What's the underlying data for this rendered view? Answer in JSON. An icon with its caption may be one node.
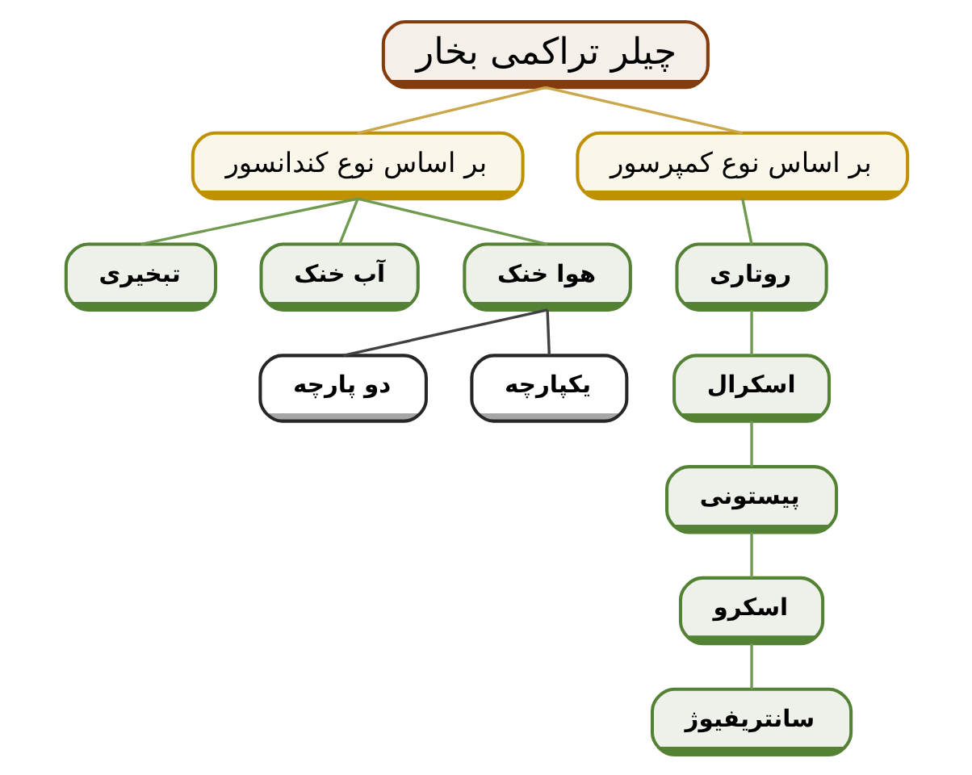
{
  "diagram": {
    "nodes": [
      {
        "text": [
          "چیلر تراکمی بخار"
        ]
      },
      {
        "text": [
          "بر اساس نوع کمپرسور"
        ]
      },
      {
        "text": [
          "بر اساس نوع کندانسور"
        ]
      },
      {
        "text": [
          "روتاری"
        ]
      },
      {
        "text": [
          "اسکرال"
        ]
      },
      {
        "text": [
          "پیستونی"
        ]
      },
      {
        "text": [
          "اسکرو"
        ]
      },
      {
        "text": [
          "سانتریفیوژ"
        ]
      },
      {
        "text": [
          "هوا خنک"
        ]
      },
      {
        "text": [
          "آب خنک"
        ]
      },
      {
        "text": [
          "تبخیری"
        ]
      },
      {
        "text": [
          "یکپارچه"
        ]
      },
      {
        "text": [
          "دو پارچه"
        ]
      }
    ],
    "edges": [
      {
        "from": 0,
        "to": 1,
        "arrow": "none",
        "color": "#c9a74a"
      },
      {
        "from": 0,
        "to": 2,
        "arrow": "none",
        "color": "#c9a74a"
      },
      {
        "from": 1,
        "to": 3,
        "arrow": "none"
      },
      {
        "from": 3,
        "to": 4,
        "arrow": "none"
      },
      {
        "from": 4,
        "to": 5,
        "arrow": "none"
      },
      {
        "from": 5,
        "to": 6,
        "arrow": "none"
      },
      {
        "from": 6,
        "to": 7,
        "arrow": "none"
      },
      {
        "from": 2,
        "to": 8,
        "arrow": "none"
      },
      {
        "from": 2,
        "to": 9,
        "arrow": "none"
      },
      {
        "from": 2,
        "to": 10,
        "arrow": "none"
      },
      {
        "from": 8,
        "to": 11,
        "arrow": "none",
        "color": "#404040"
      },
      {
        "from": 8,
        "to": 12,
        "arrow": "none",
        "color": "#404040"
      }
    ]
  }
}
